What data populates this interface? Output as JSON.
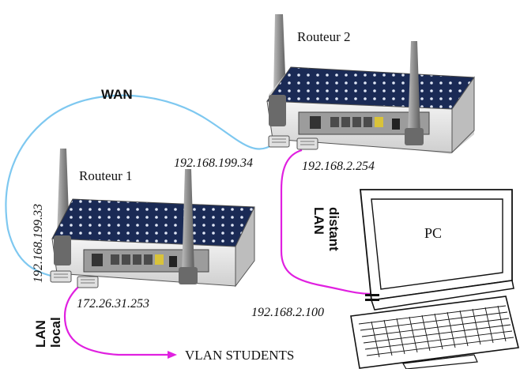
{
  "routers": {
    "router1": {
      "label": "Routeur 1"
    },
    "router2": {
      "label": "Routeur 2"
    }
  },
  "links": {
    "wan": {
      "label": "WAN",
      "color": "#7ec8f0"
    },
    "lan_distant": {
      "label_line1": "LAN",
      "label_line2": "distant",
      "color": "#e020e0"
    },
    "lan_local": {
      "label_line1": "LAN",
      "label_line2": "local",
      "color": "#e020e0"
    }
  },
  "addresses": {
    "router1_wan": "192.168.199.33",
    "router2_wan": "192.168.199.34",
    "router2_lan": "192.168.2.254",
    "router1_lan": "172.26.31.253",
    "pc_ip": "192.168.2.100"
  },
  "pc": {
    "label": "PC"
  },
  "vlan": {
    "label": "VLAN STUDENTS"
  },
  "colors": {
    "router_top": "#1a2a55",
    "router_dots": "#d8e0f0",
    "router_body": "#eeeeee",
    "antenna": "#8a8a8a"
  },
  "icons": [
    "router-icon",
    "antenna-icon",
    "laptop-icon",
    "ethernet-plug-icon",
    "arrow-icon"
  ]
}
